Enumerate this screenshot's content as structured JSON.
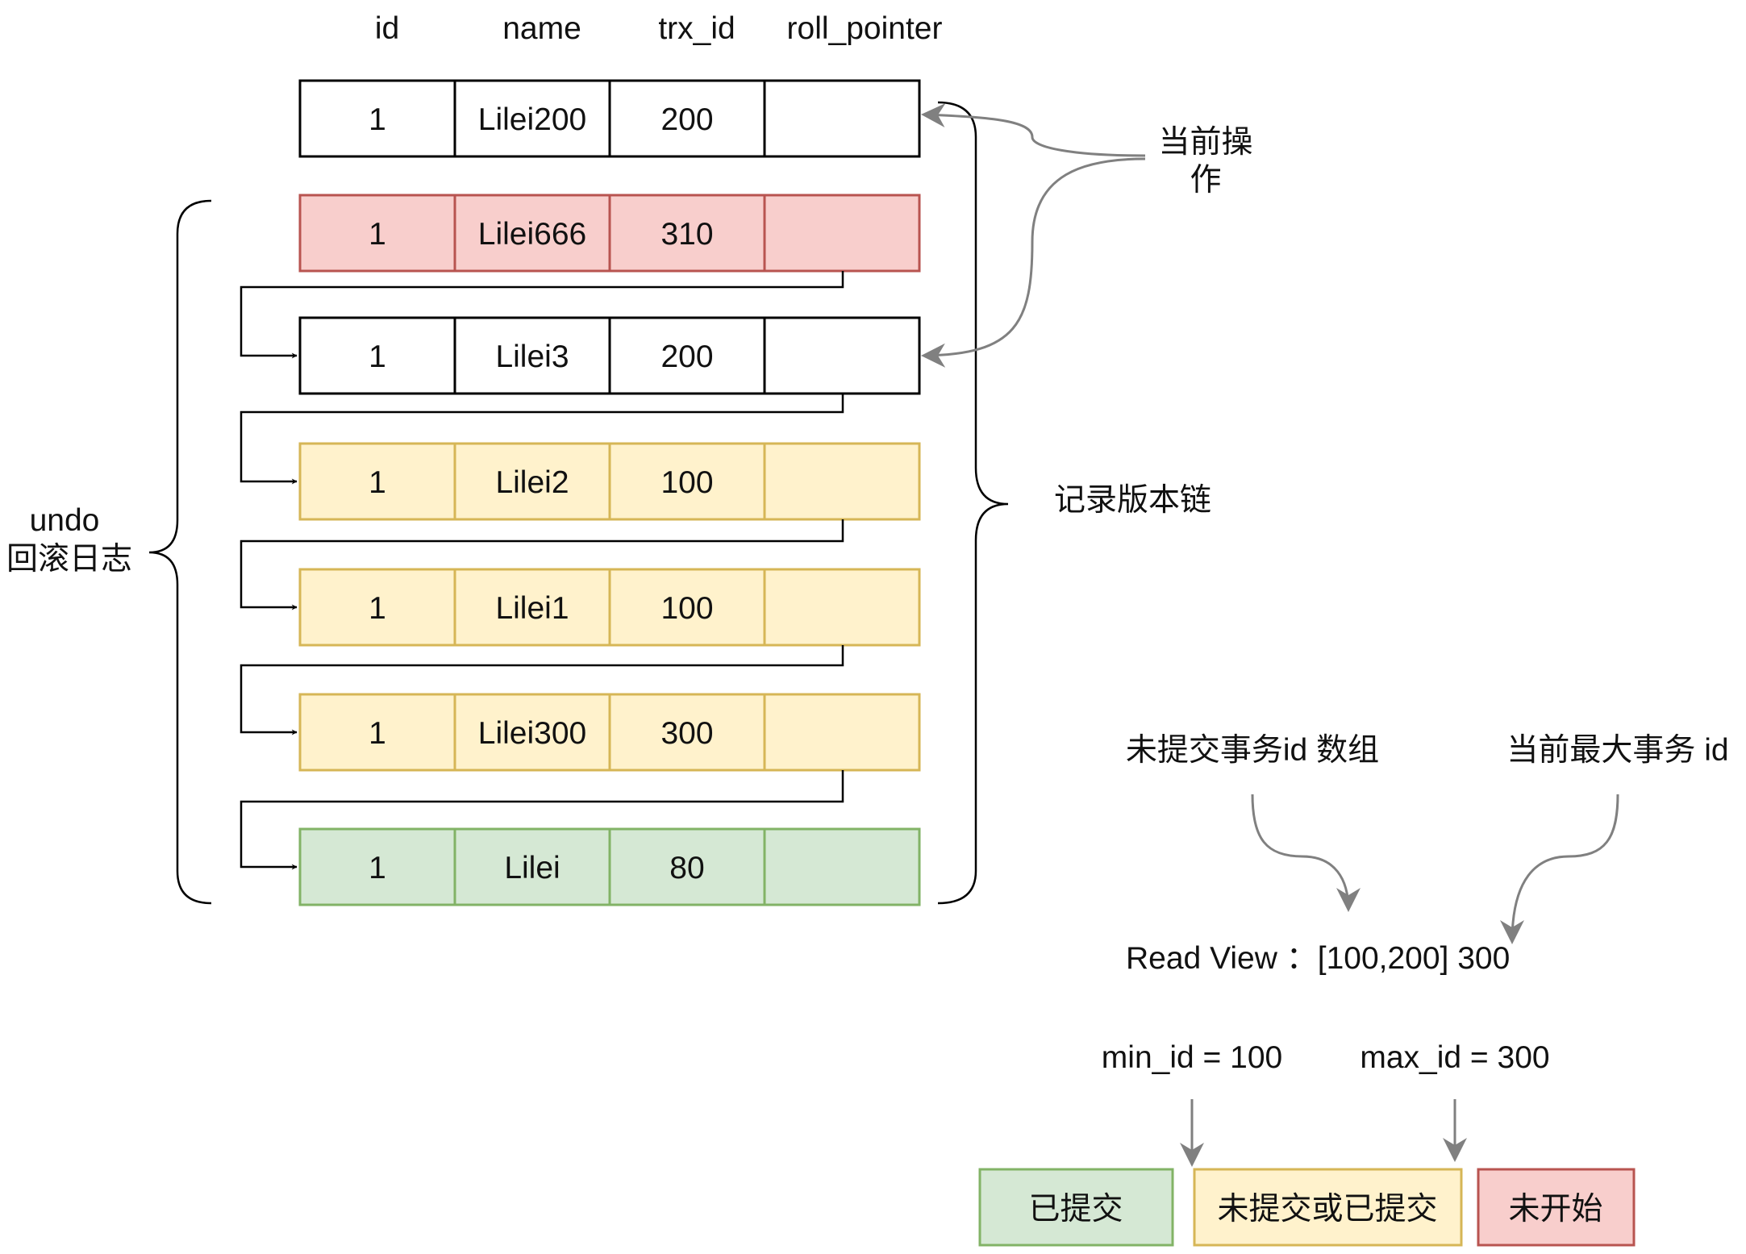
{
  "headers": [
    "id",
    "name",
    "trx_id",
    "roll_pointer"
  ],
  "rows": [
    {
      "id": "1",
      "name": "Lilei200",
      "trx_id": "200",
      "roll_pointer": "",
      "color": "white"
    },
    {
      "id": "1",
      "name": "Lilei666",
      "trx_id": "310",
      "roll_pointer": "",
      "color": "red"
    },
    {
      "id": "1",
      "name": "Lilei3",
      "trx_id": "200",
      "roll_pointer": "",
      "color": "white"
    },
    {
      "id": "1",
      "name": "Lilei2",
      "trx_id": "100",
      "roll_pointer": "",
      "color": "yellow"
    },
    {
      "id": "1",
      "name": "Lilei1",
      "trx_id": "100",
      "roll_pointer": "",
      "color": "yellow"
    },
    {
      "id": "1",
      "name": "Lilei300",
      "trx_id": "300",
      "roll_pointer": "",
      "color": "yellow"
    },
    {
      "id": "1",
      "name": "Lilei",
      "trx_id": "80",
      "roll_pointer": "",
      "color": "green"
    }
  ],
  "colors": {
    "white": {
      "fill": "#ffffff",
      "stroke": "#000000"
    },
    "red": {
      "fill": "#f8cecc",
      "stroke": "#b85450"
    },
    "yellow": {
      "fill": "#fff2cc",
      "stroke": "#d6b656"
    },
    "green": {
      "fill": "#d5e8d4",
      "stroke": "#82b366"
    },
    "arrow_gray": "#808080"
  },
  "labels": {
    "current_op_line1": "当前操",
    "current_op_line2": "作",
    "version_chain": "记录版本链",
    "undo_line1": "undo",
    "undo_line2": "回滚日志",
    "uncommitted_array": "未提交事务id 数组",
    "current_max": "当前最大事务 id",
    "read_view": "Read View ：[100,200]  300",
    "min_id": "min_id = 100",
    "max_id": "max_id = 300"
  },
  "legend": [
    {
      "text": "已提交",
      "color": "green"
    },
    {
      "text": "未提交或已提交",
      "color": "yellow"
    },
    {
      "text": "未开始",
      "color": "red"
    }
  ]
}
